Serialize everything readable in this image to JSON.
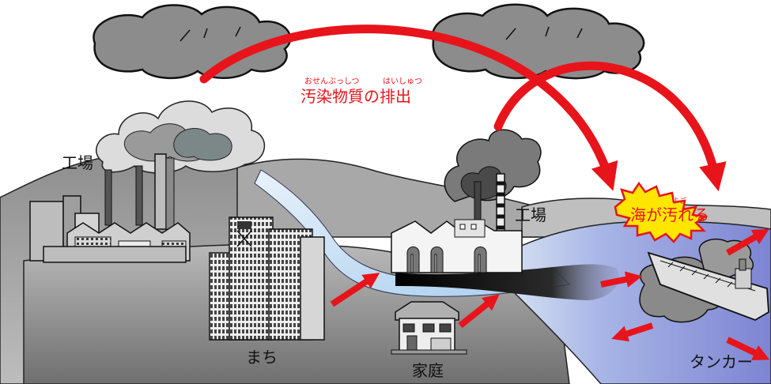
{
  "labels": {
    "factory_left": "工場",
    "factory_center": "工場",
    "town": "まち",
    "home": "家庭",
    "tanker": "タンカー",
    "emission": "汚染物質の排出",
    "emission_ruby_1": "おせんぶっしつ",
    "emission_ruby_2": "はいしゅつ",
    "sea_polluted": "海が汚れる",
    "sea_ruby": "よご"
  },
  "colors": {
    "arrow_red": "#e8141b",
    "cloud_gray": "#8c8c8c",
    "ground_gray": "#9a9a9a",
    "sea_blue": "#8f94d8",
    "river_blue": "#b9d6f0",
    "burst_yellow": "#ffe600",
    "sludge_dark": "#1a1a1a"
  },
  "icons": [
    "cloud-icon",
    "factory-icon",
    "building-icon",
    "house-icon",
    "tanker-ship-icon",
    "smoke-icon",
    "oil-slick-icon",
    "explosion-burst-icon",
    "arrow-icon"
  ]
}
